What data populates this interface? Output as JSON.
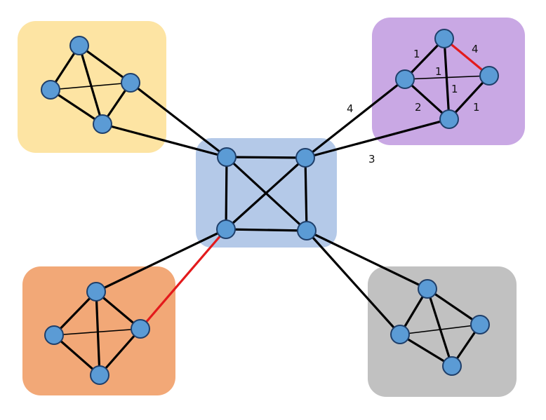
{
  "colors": {
    "cluster_top_left": "#fde4a3",
    "cluster_top_right": "#c9a8e4",
    "cluster_center": "#b4c9e8",
    "cluster_bottom_left": "#f2a877",
    "cluster_bottom_right": "#c1c1c1",
    "node_fill": "#5b9bd5",
    "node_stroke": "#1f3f6a",
    "edge": "#000000",
    "highlight_edge": "#e31a1c"
  },
  "edge_weights": {
    "purple_top_to_upper_left": "1",
    "purple_top_to_right": "4",
    "purple_upper_left_to_right": "1",
    "purple_top_to_bottom": "1",
    "purple_upper_left_to_bottom": "2",
    "purple_right_to_bottom": "1",
    "center_to_purple_upper": "4",
    "center_to_purple_lower": "3"
  }
}
